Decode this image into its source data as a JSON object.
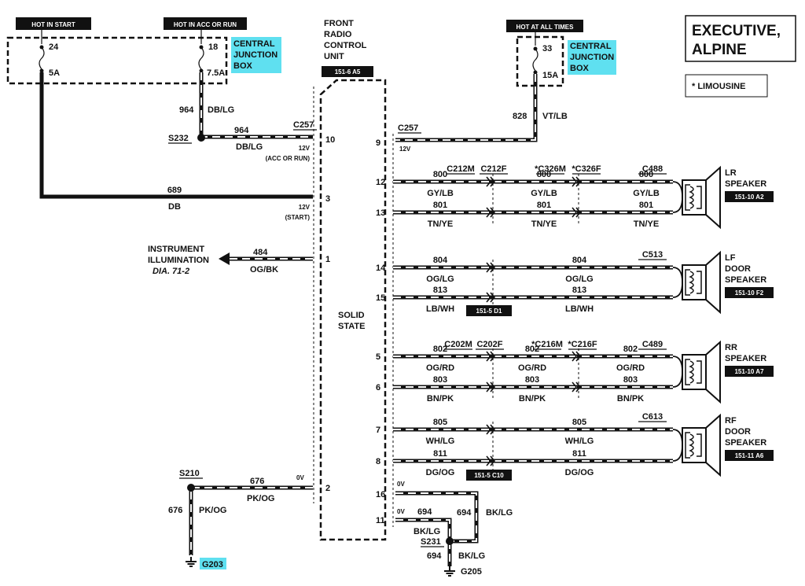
{
  "title": "EXECUTIVE, ALPINE",
  "title_line1": "EXECUTIVE,",
  "title_line2": "ALPINE",
  "footnote": "* LIMOUSINE",
  "power": {
    "hot_in_start": "HOT IN START",
    "hot_in_acc_run": "HOT IN ACC OR RUN",
    "hot_at_all_times": "HOT AT ALL TIMES",
    "cjb_line1": "CENTRAL",
    "cjb_line2": "JUNCTION",
    "cjb_line3": "BOX",
    "fuse_24": "24",
    "fuse_24_amp": "5A",
    "fuse_18": "18",
    "fuse_18_amp": "7.5A",
    "fuse_33": "33",
    "fuse_33_amp": "15A"
  },
  "unit": {
    "line1": "FRONT",
    "line2": "RADIO",
    "line3": "CONTROL",
    "line4": "UNIT",
    "ref": "151-6 A5",
    "solid1": "SOLID",
    "solid2": "STATE"
  },
  "left_side": {
    "c257": "C257",
    "s232": "S232",
    "w964": "964",
    "c964": "DB/LG",
    "pin10": "10",
    "v12acc": "12V",
    "acc_run": "(ACC OR RUN)",
    "w689": "689",
    "c689": "DB",
    "pin3": "3",
    "v12start": "12V",
    "start": "(START)",
    "illum1": "INSTRUMENT",
    "illum2": "ILLUMINATION",
    "illum_dia": "DIA. 71-2",
    "w484": "484",
    "c484": "OG/BK",
    "pin1": "1",
    "s210": "S210",
    "w676": "676",
    "c676": "PK/OG",
    "v0": "0V",
    "pin2": "2",
    "g203": "G203"
  },
  "right_side": {
    "c257": "C257",
    "pin9": "9",
    "v12": "12V",
    "w828": "828",
    "c828": "VT/LB",
    "pin12": "12",
    "pin13": "13",
    "pin14": "14",
    "pin15": "15",
    "pin5": "5",
    "pin6": "6",
    "pin7": "7",
    "pin8": "8",
    "pin16": "16",
    "pin11": "11",
    "c212m": "C212M",
    "c212f": "C212F",
    "c326m": "*C326M",
    "c326f": "*C326F",
    "c488": "C488",
    "c513": "C513",
    "c202m": "C202M",
    "c202f": "C202F",
    "c216m": "*C216M",
    "c216f": "*C216F",
    "c489": "C489",
    "c613": "C613",
    "w800": "800",
    "c800": "GY/LB",
    "w801": "801",
    "c801": "TN/YE",
    "w804": "804",
    "c804": "OG/LG",
    "w813": "813",
    "c813": "LB/WH",
    "w802": "802",
    "c802": "OG/RD",
    "w803": "803",
    "c803": "BN/PK",
    "w805": "805",
    "c805": "WH/LG",
    "w811": "811",
    "c811": "DG/OG",
    "ref_151_5_d1": "151-5 D1",
    "ref_151_5_c10": "151-5 C10",
    "v0a": "0V",
    "v0b": "0V",
    "w694": "694",
    "c694": "BK/LG",
    "s231": "S231",
    "g205": "G205"
  },
  "speakers": {
    "lr1": "LR",
    "lr2": "SPEAKER",
    "lr_ref": "151-10 A2",
    "lf1": "LF",
    "lf2": "DOOR",
    "lf3": "SPEAKER",
    "lf_ref": "151-10 F2",
    "rr1": "RR",
    "rr2": "SPEAKER",
    "rr_ref": "151-10 A7",
    "rf1": "RF",
    "rf2": "DOOR",
    "rf3": "SPEAKER",
    "rf_ref": "151-11 A6"
  },
  "colors": {
    "ink": "#111111",
    "cyan": "#5fe0f0",
    "paper": "#ffffff"
  }
}
